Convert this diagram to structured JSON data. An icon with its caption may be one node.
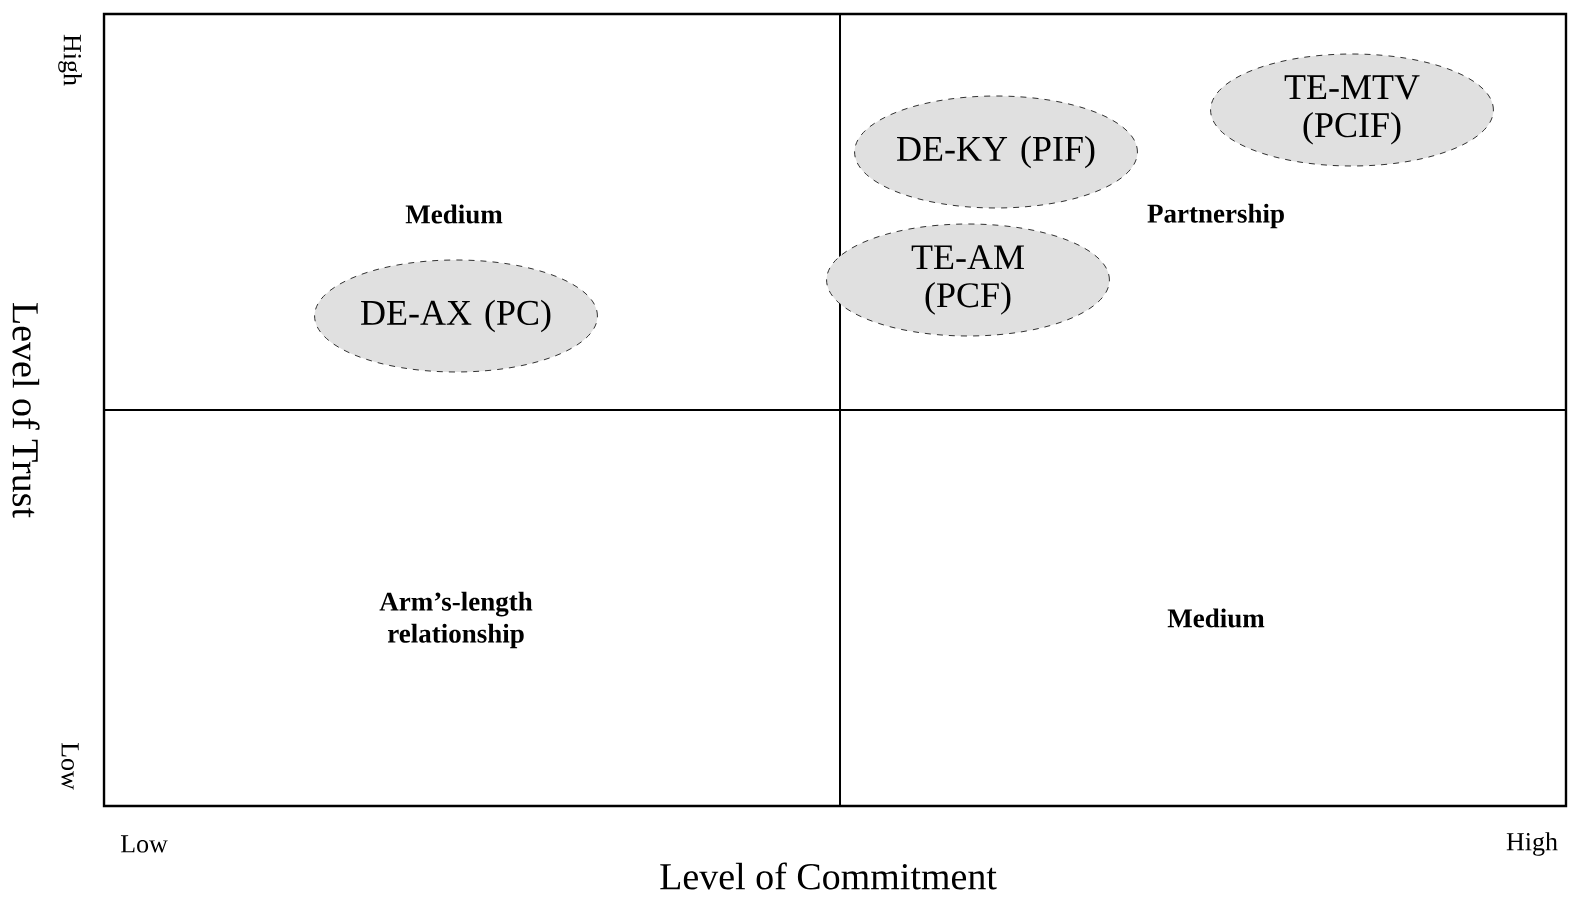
{
  "diagram": {
    "nodes": [
      {
        "text": [
          "DE-AX (PC)"
        ]
      },
      {
        "text": [
          "DE-KY (PIF)"
        ]
      },
      {
        "text": [
          "TE-AM (PCF)"
        ]
      },
      {
        "text": [
          "TE-MTV (PCIF)"
        ]
      }
    ],
    "labels": [
      "High",
      "Medium",
      "Partnership",
      "Level of Trust",
      "Arm’s-length relationship",
      "Medium",
      "Low",
      "Low",
      "High",
      "Level of Commitment"
    ]
  }
}
